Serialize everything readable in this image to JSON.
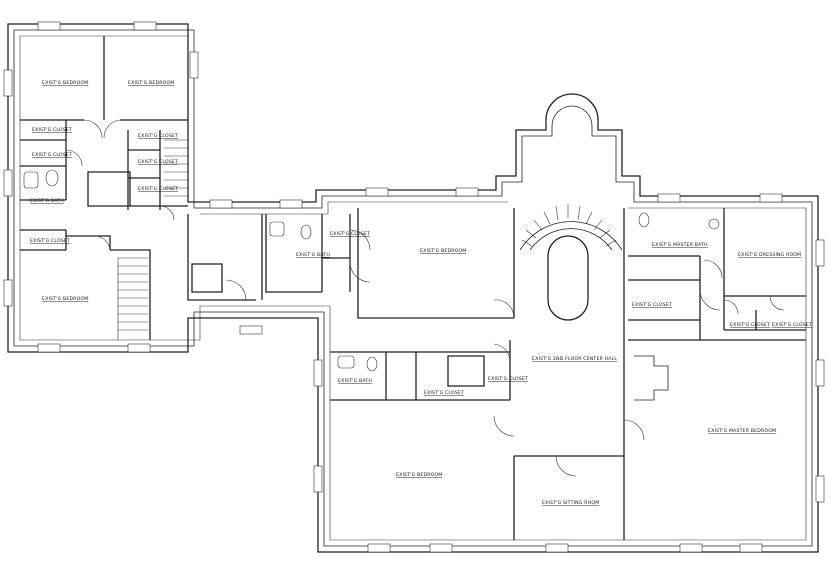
{
  "rooms": {
    "bed_nw_left": "EXIST'G BEDROOM",
    "bed_nw_right": "EXIST'G BEDROOM",
    "closet_nw_1": "EXIST'G CLOSET",
    "closet_nw_2": "EXIST'G CLOSET",
    "closet_nw_3": "EXIST'G CLOSET",
    "closet_nw_4": "EXIST'G CLOSET",
    "closet_nw_5": "EXIST'G CLOSET",
    "bath_nw": "EXIST'G BATH",
    "closet_w": "EXIST'G CLOSET",
    "bed_w": "EXIST'G BEDROOM",
    "bath_mid": "EXIST'G BATH",
    "closet_mid": "EXIST'G CLOSET",
    "bed_mid": "EXIST'G BEDROOM",
    "master_bath": "EXIST'G MASTER BATH",
    "dressing_room": "EXIST'G DRESSING ROOM",
    "closet_east": "EXIST'G CLOSET",
    "closet_se_1": "EXIST'G CLOSET",
    "closet_se_2": "EXIST'G CLOSET",
    "center_hall": "EXIST'G 2ND FLOOR CENTER HALL",
    "bath_s": "EXIST'G BATH",
    "closet_s_1": "EXIST'G CLOSET",
    "closet_s_2": "EXIST'G CLOSET",
    "master_bedroom": "EXIST'G MASTER BEDROOM",
    "bed_s": "EXIST'G BEDROOM",
    "sitting_room": "EXIST'G SITTING ROOM"
  }
}
